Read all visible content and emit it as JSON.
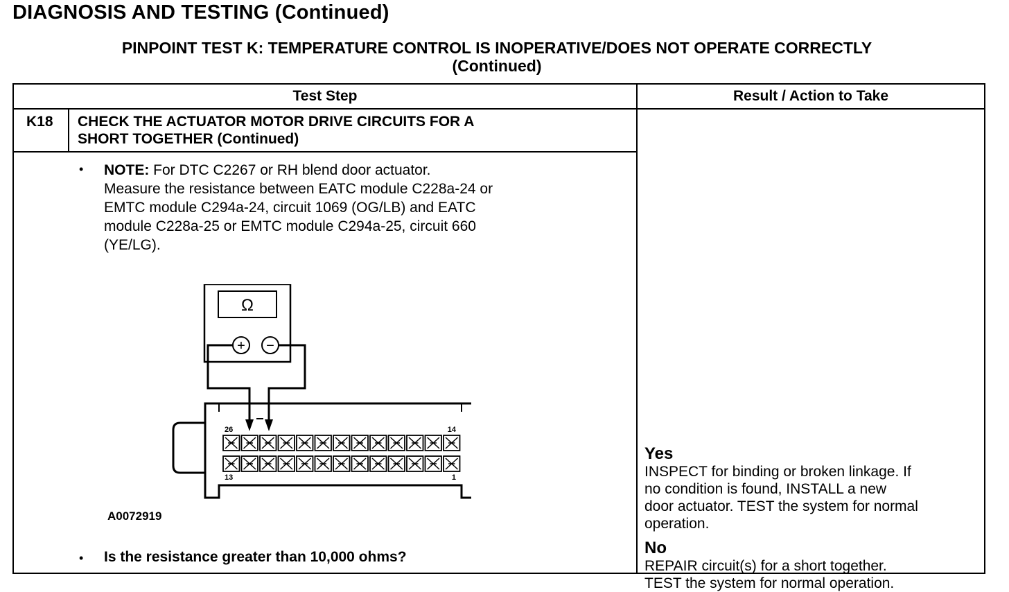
{
  "header": {
    "title": "DIAGNOSIS AND TESTING (Continued)",
    "subtitle_line1": "PINPOINT TEST  K: TEMPERATURE CONTROL IS INOPERATIVE/DOES NOT OPERATE CORRECTLY",
    "subtitle_line2": "(Continued)"
  },
  "table": {
    "col_step": "Test Step",
    "col_result": "Result / Action to Take"
  },
  "step": {
    "id": "K18",
    "title_line1": "CHECK THE ACTUATOR MOTOR DRIVE CIRCUITS FOR A",
    "title_line2": "SHORT TOGETHER (Continued)",
    "bullet": "•",
    "note_label": "NOTE:",
    "note_text": " For DTC C2267 or RH blend door actuator.",
    "instruction_lines": [
      "Measure the resistance between EATC module C228a-24 or",
      "EMTC module C294a-24, circuit 1069 (OG/LB) and EATC",
      "module C228a-25 or EMTC module C294a-25, circuit 660",
      "(YE/LG)."
    ],
    "question": "Is the resistance greater than 10,000 ohms?"
  },
  "figure": {
    "id": "A0072919",
    "meter_symbol": "Ω",
    "plus": "+",
    "minus": "−",
    "pin_26": "26",
    "pin_14": "14",
    "pin_13": "13",
    "pin_1": "1"
  },
  "results": {
    "yes_label": "Yes",
    "yes_lines": [
      "INSPECT for binding or broken linkage. If",
      "no condition is found, INSTALL a new",
      "door actuator. TEST the system for normal",
      "operation."
    ],
    "no_label": "No",
    "no_lines": [
      "REPAIR circuit(s) for a short together.",
      "TEST the system for normal operation."
    ]
  }
}
